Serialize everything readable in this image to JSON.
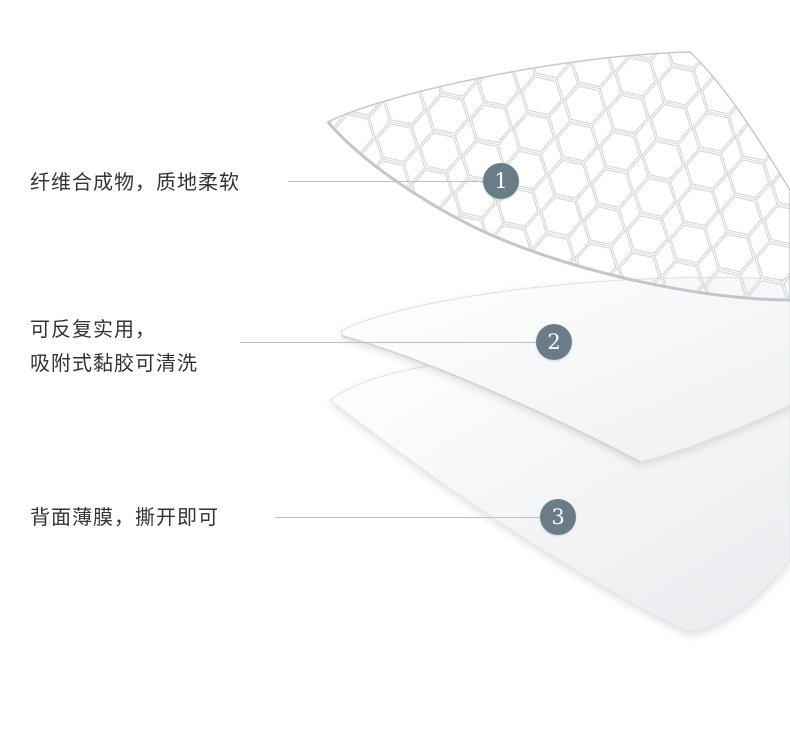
{
  "callouts": [
    {
      "number": "1",
      "lines": [
        "纤维合成物，质地柔软"
      ]
    },
    {
      "number": "2",
      "lines": [
        "可反复实用，",
        "吸附式黏胶可清洗"
      ]
    },
    {
      "number": "3",
      "lines": [
        "背面薄膜，撕开即可"
      ]
    }
  ],
  "colors": {
    "badge": "#6b7c89",
    "leader_line": "#b9c0c7",
    "text": "#333333",
    "background": "#ffffff"
  }
}
